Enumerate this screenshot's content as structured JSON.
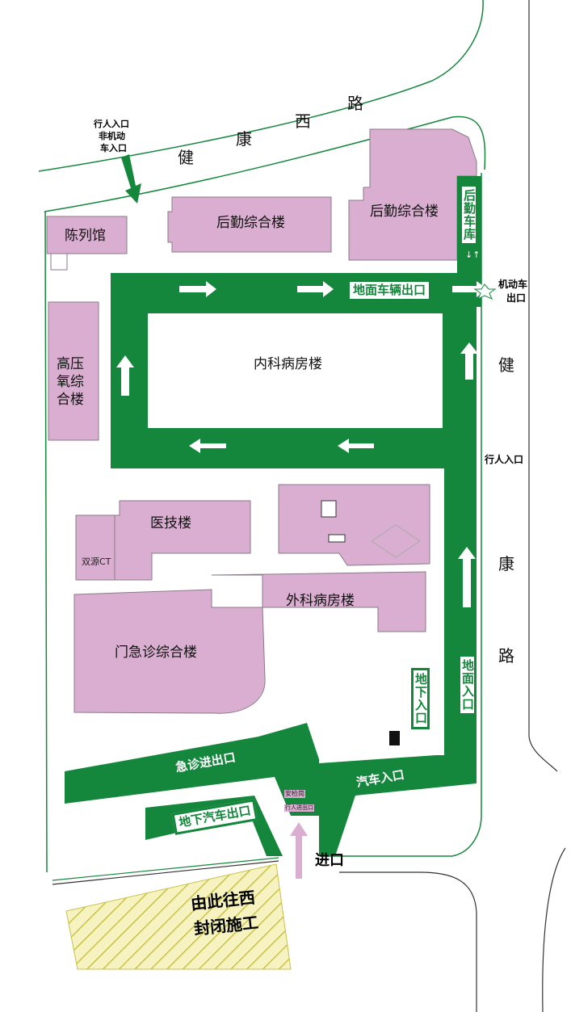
{
  "colors": {
    "road": "#14873c",
    "building": "#d9aed0",
    "building_stroke": "#8a7a88",
    "entrance_arrow": "#d9aed0",
    "construction": "#f2ee9a",
    "construction_hatch": "#c9c24a"
  },
  "streets": {
    "north": [
      "健",
      "康",
      "西",
      "路"
    ],
    "east": [
      "健",
      "康",
      "路"
    ]
  },
  "buildings": {
    "exhibition_hall": "陈列馆",
    "logistics_1": "后勤综合楼",
    "logistics_2": "后勤综合楼",
    "oxygen": "高压氧综合楼",
    "inpatient_internal": "内科病房楼",
    "medtech": "医技楼",
    "dual_ct": "双源CT",
    "inpatient_surgical": "外科病房楼",
    "outpatient": "门急诊综合楼"
  },
  "road_labels": {
    "ground_exit": "地面车辆出口",
    "logistics_garage": "后勤车库",
    "emergency_exit": "急诊进出口",
    "underground_exit": "地下汽车出口",
    "car_entrance": "汽车入口",
    "underground_entrance": "地下入口",
    "ground_entrance": "地面入口",
    "booth_1": "安检岗",
    "booth_2": "行人进出口"
  },
  "access_labels": {
    "north_pedestrian": [
      "行人入口",
      "非机动",
      "车入口"
    ],
    "vehicle_exit": [
      "机动车",
      "出口"
    ],
    "east_pedestrian": "行人入口",
    "main_entrance": "进口"
  },
  "closure": [
    "由此往西",
    "封闭施工"
  ],
  "icons": {
    "north_arrow": "arrow-down-icon",
    "flow_arrows": "arrow-icon"
  }
}
